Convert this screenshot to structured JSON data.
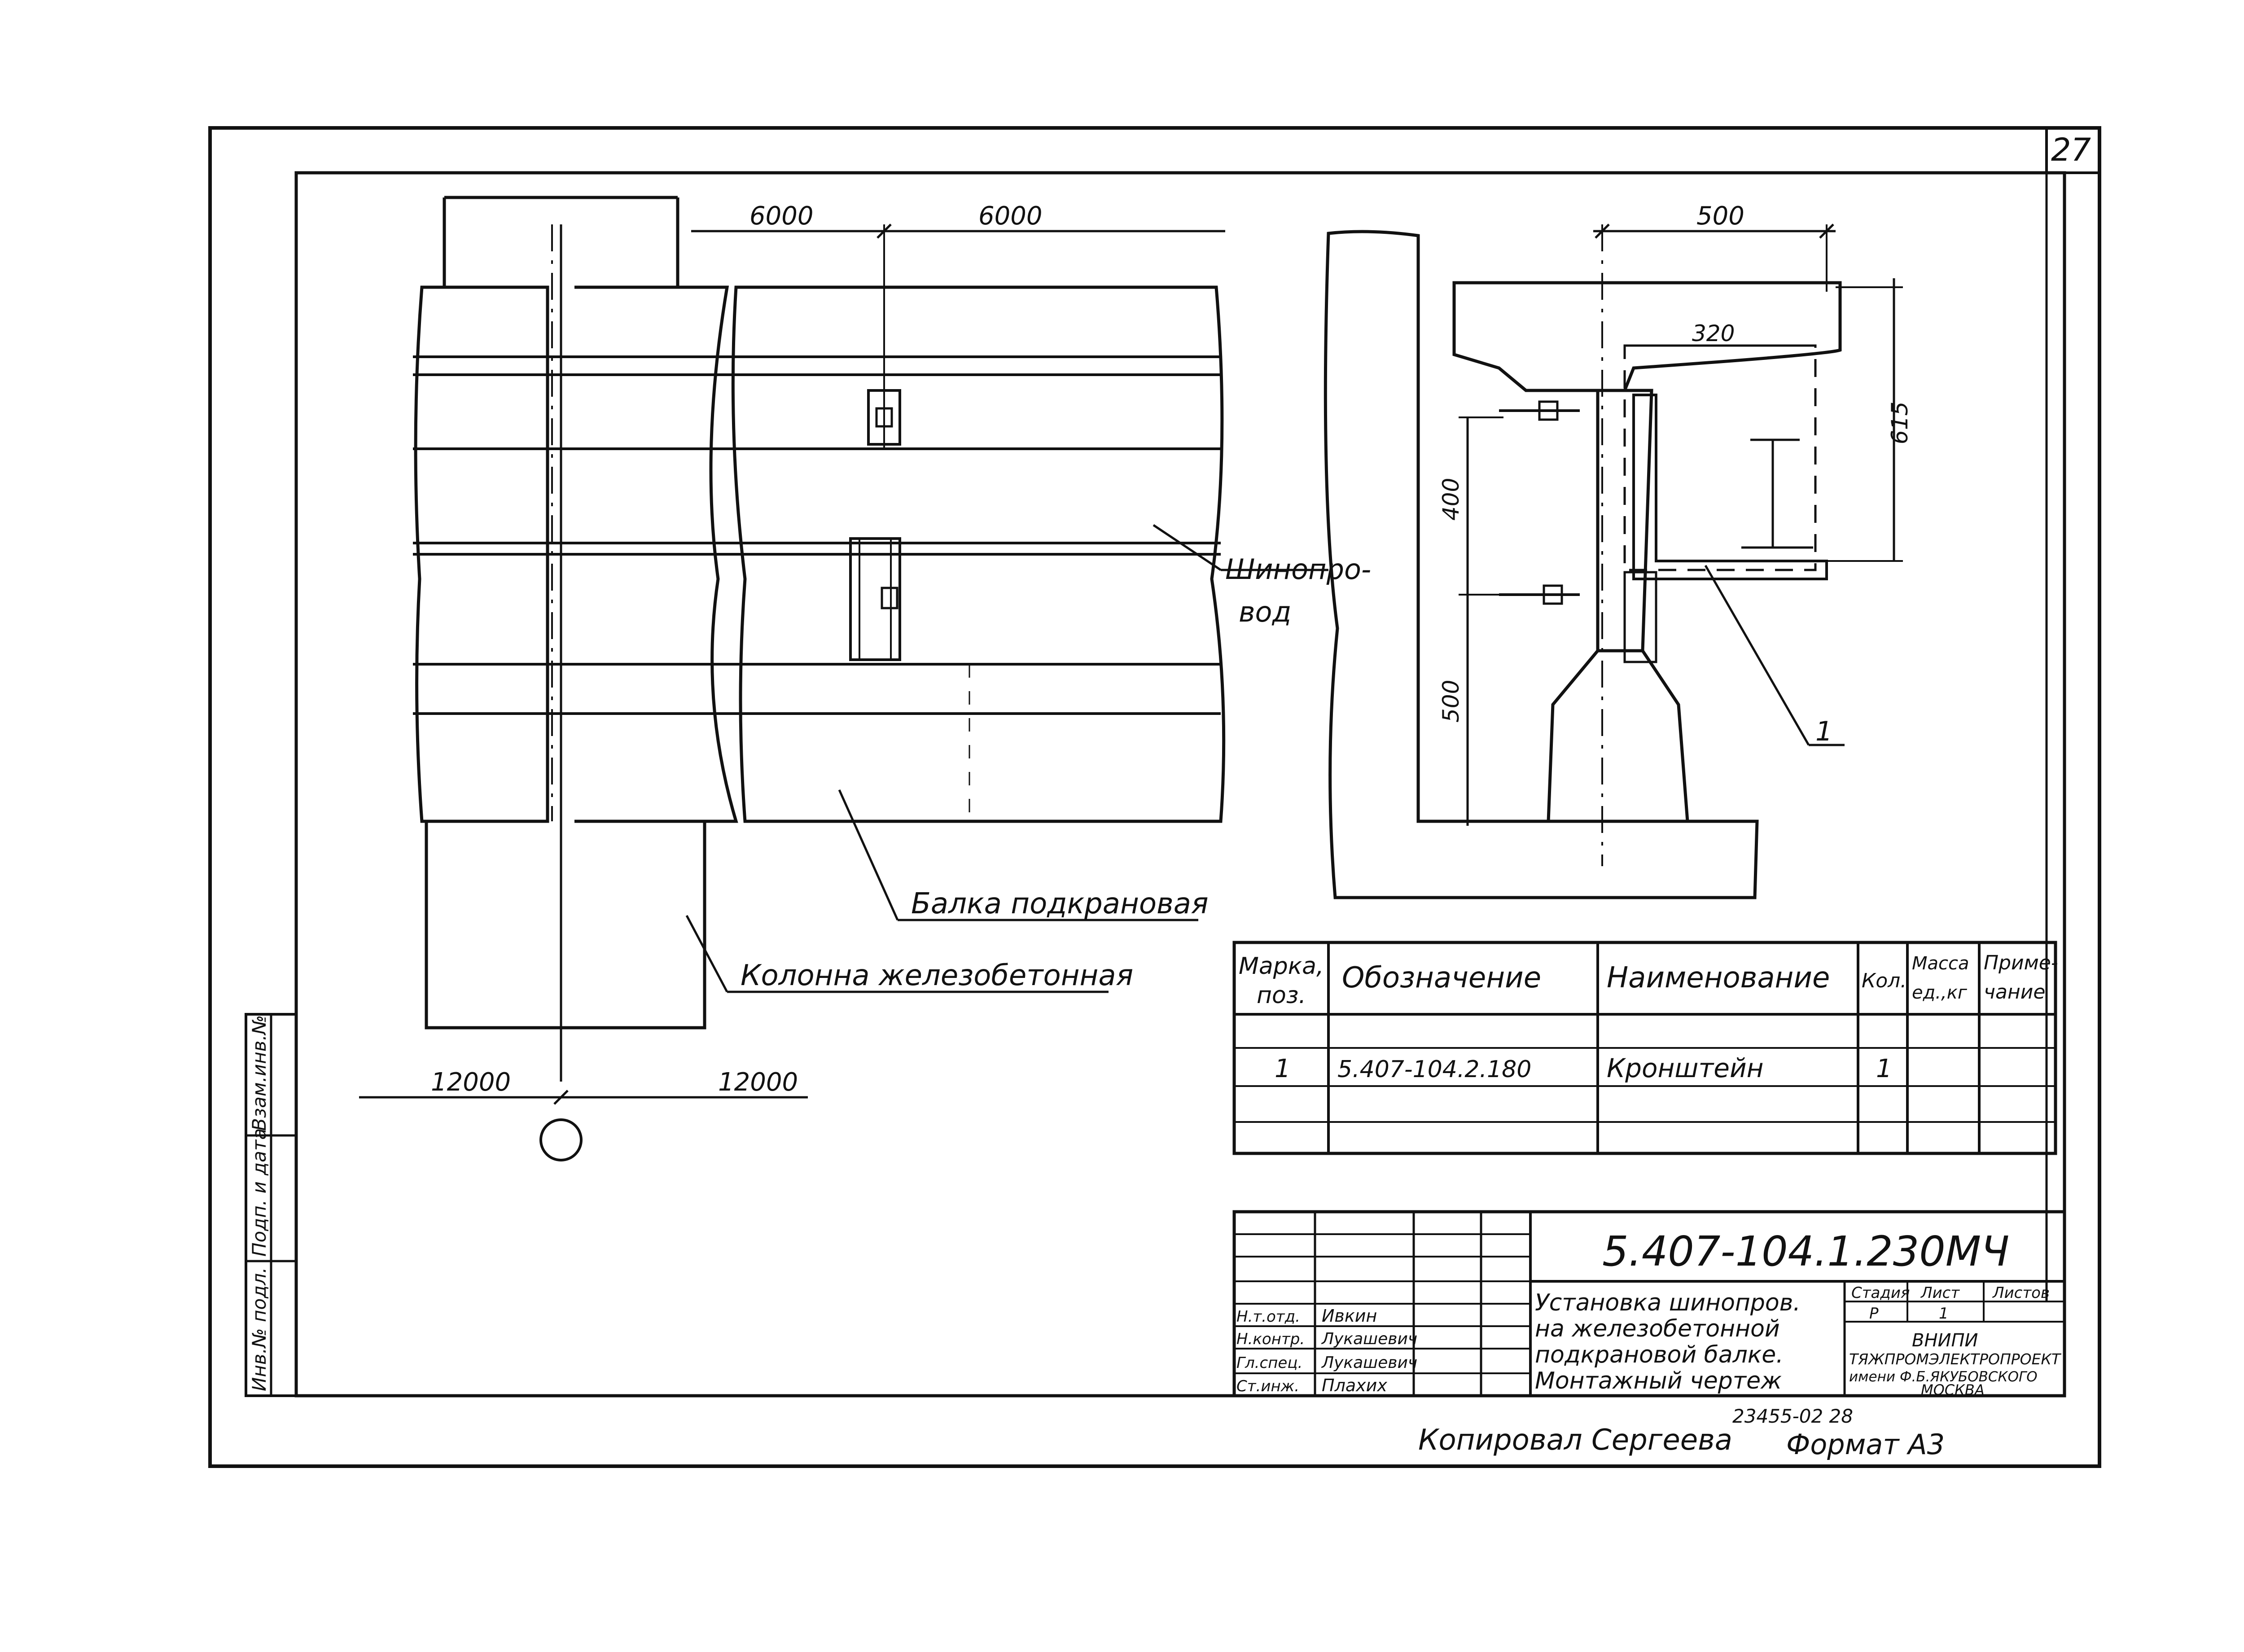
{
  "sheet": {
    "number": "27",
    "code": "5.407-104.1.230МЧ",
    "title_lines": [
      "Установка шинопров.",
      "на железобетонной",
      "подкрановой балке.",
      "Монтажный чертеж"
    ],
    "copied_by": "Копировал  Сергеева",
    "format": "Формат А3",
    "archive_no": "23455-02  28"
  },
  "plan_view": {
    "dim_top_left": "6000",
    "dim_top_right": "6000",
    "dim_bottom_left": "12000",
    "dim_bottom_right": "12000",
    "label_busbar_1": "Шинопро-",
    "label_busbar_2": "вод",
    "label_beam": "Балка подкрановая",
    "label_column": "Колонна железобетонная"
  },
  "section_view": {
    "dim_top": "500",
    "dim_320": "320",
    "dim_615": "615",
    "dim_400": "400",
    "dim_500": "500",
    "callout": "1"
  },
  "spec_table": {
    "headers": {
      "mark": [
        "Марка,",
        "поз."
      ],
      "designation": "Обозначение",
      "name": "Наименование",
      "qty": "Кол.",
      "mass": [
        "Масса",
        "ед.,кг"
      ],
      "notes": [
        "Приме-",
        "чание"
      ]
    },
    "rows": [
      {
        "mark": "1",
        "designation": "5.407-104.2.180",
        "name": "Кронштейн",
        "qty": "1",
        "mass": "",
        "notes": ""
      }
    ]
  },
  "stamp": {
    "people": [
      {
        "role": "Н.т.отд.",
        "name": "Ивкин"
      },
      {
        "role": "Н.контр.",
        "name": "Лукашевич"
      },
      {
        "role": "Гл.спец.",
        "name": "Лукашевич"
      },
      {
        "role": "Ст.инж.",
        "name": "Плахих"
      }
    ],
    "stage_header": "Стадия",
    "sheet_header": "Лист",
    "sheets_header": "Листов",
    "stage": "Р",
    "sheet_value": "1",
    "org_lines": [
      "ВНИПИ",
      "ТЯЖПРОМЭЛЕКТРОПРОЕКТ",
      "имени Ф.Б.ЯКУБОВСКОГО",
      "МОСКВА"
    ]
  },
  "side_strip": {
    "inv_podl": "Инв.№ подл.",
    "sign_date": "Подп. и дата",
    "vzam": "Взам.инв.№"
  }
}
